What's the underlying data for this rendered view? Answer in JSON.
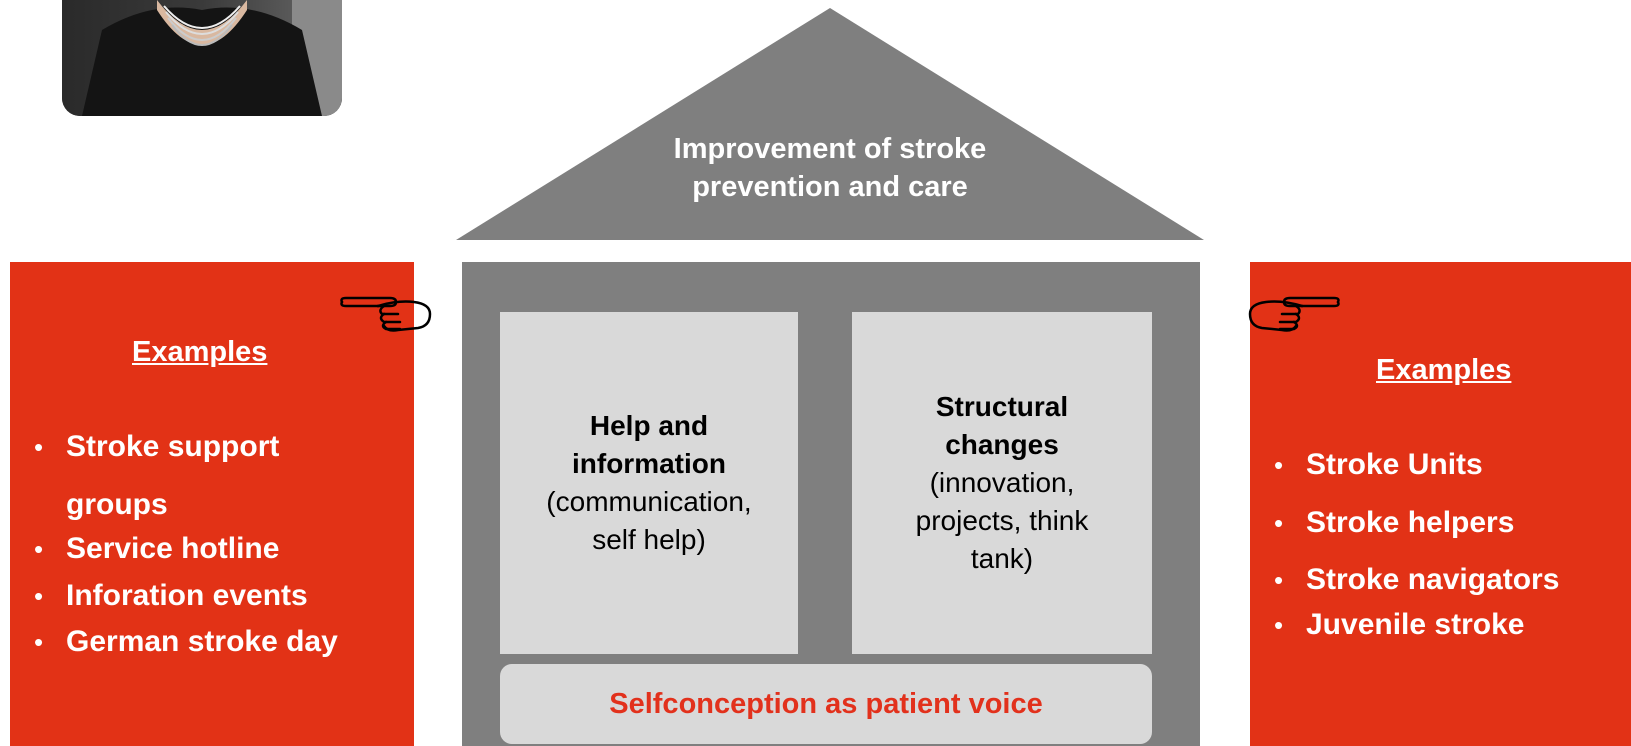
{
  "roof": {
    "title_line1": "Improvement of stroke",
    "title_line2": "prevention and care"
  },
  "pillars": {
    "left": {
      "heading_line1": "Help and",
      "heading_line2": "information",
      "detail_line1": "(communication,",
      "detail_line2": "self help)"
    },
    "right": {
      "heading_line1": "Structural",
      "heading_line2": "changes",
      "detail_line1": "(innovation,",
      "detail_line2": "projects, think",
      "detail_line3": "tank)"
    }
  },
  "foundation": {
    "label": "Selfconception as patient voice"
  },
  "left_panel": {
    "title": "Examples",
    "items": [
      {
        "line1": "Stroke support",
        "line2": "groups"
      },
      {
        "line1": "Service hotline"
      },
      {
        "line1": "Inforation events"
      },
      {
        "line1": "German stroke day"
      }
    ]
  },
  "right_panel": {
    "title": "Examples",
    "items": [
      "Stroke Units",
      "Stroke helpers",
      "Stroke navigators",
      "Juvenile stroke"
    ]
  },
  "colors": {
    "panel": "#e23216",
    "house": "#7f7f7f",
    "pillar": "#d9d9d9",
    "accent_text": "#e2311c"
  },
  "icons": {
    "left_pointer": "pointing-hand-right-icon",
    "right_pointer": "pointing-hand-left-icon"
  }
}
